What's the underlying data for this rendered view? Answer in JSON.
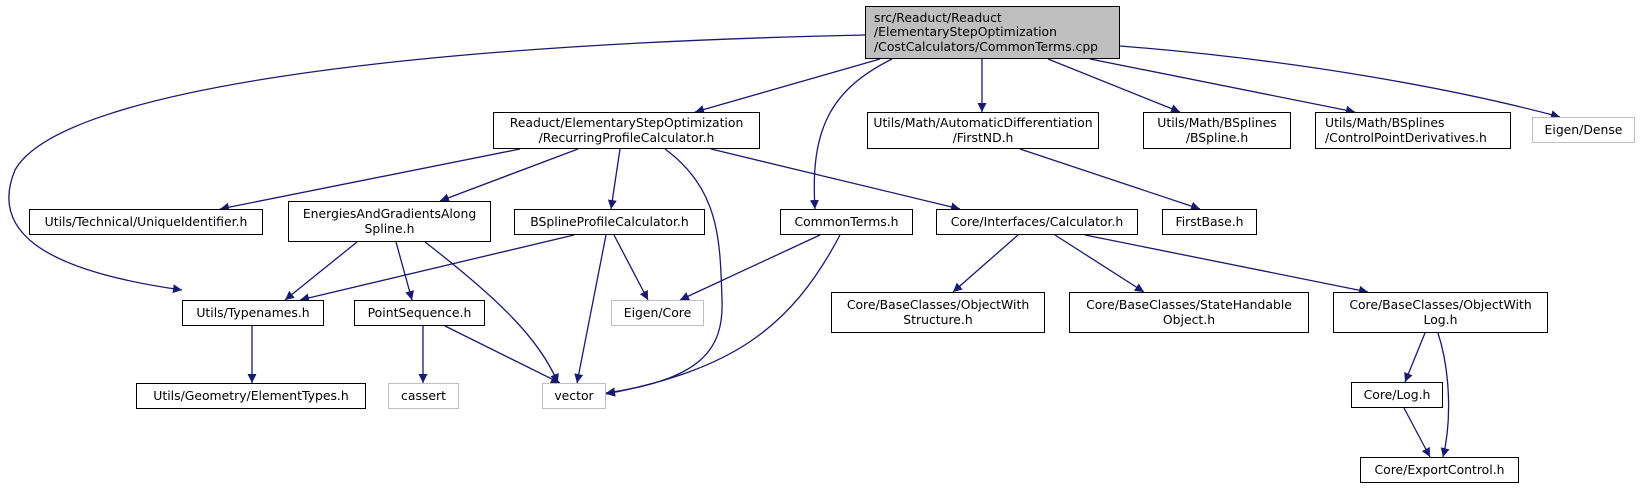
{
  "title": "Include dependency graph for CommonTerms.cpp",
  "colors": {
    "edge": "#191970",
    "root_fill": "#bfbfbf",
    "node_border": "#000000",
    "external_border": "#bfbfbf"
  },
  "nodes": [
    {
      "id": "root",
      "lines": [
        "src/Readuct/Readuct",
        "/ElementaryStepOptimization",
        "/CostCalculators/CommonTerms.cpp"
      ],
      "kind": "root"
    },
    {
      "id": "recurring",
      "lines": [
        "Readuct/ElementaryStepOptimization",
        "/RecurringProfileCalculator.h"
      ],
      "kind": "local"
    },
    {
      "id": "firstnd",
      "lines": [
        "Utils/Math/AutomaticDifferentiation",
        "/FirstND.h"
      ],
      "kind": "local"
    },
    {
      "id": "bspline",
      "lines": [
        "Utils/Math/BSplines",
        "/BSpline.h"
      ],
      "kind": "local"
    },
    {
      "id": "cpd",
      "lines": [
        "Utils/Math/BSplines",
        "/ControlPointDerivatives.h"
      ],
      "kind": "local-left"
    },
    {
      "id": "eigendense",
      "lines": [
        "Eigen/Dense"
      ],
      "kind": "external"
    },
    {
      "id": "uniqueid",
      "lines": [
        "Utils/Technical/UniqueIdentifier.h"
      ],
      "kind": "local"
    },
    {
      "id": "energies",
      "lines": [
        "EnergiesAndGradientsAlong",
        "Spline.h"
      ],
      "kind": "local"
    },
    {
      "id": "bsplineprof",
      "lines": [
        "BSplineProfileCalculator.h"
      ],
      "kind": "local"
    },
    {
      "id": "commonterms",
      "lines": [
        "CommonTerms.h"
      ],
      "kind": "local"
    },
    {
      "id": "calculator",
      "lines": [
        "Core/Interfaces/Calculator.h"
      ],
      "kind": "local"
    },
    {
      "id": "firstbase",
      "lines": [
        "FirstBase.h"
      ],
      "kind": "local"
    },
    {
      "id": "typenames",
      "lines": [
        "Utils/Typenames.h"
      ],
      "kind": "local"
    },
    {
      "id": "pointseq",
      "lines": [
        "PointSequence.h"
      ],
      "kind": "local"
    },
    {
      "id": "eigencore",
      "lines": [
        "Eigen/Core"
      ],
      "kind": "external"
    },
    {
      "id": "objstruct",
      "lines": [
        "Core/BaseClasses/ObjectWith",
        "Structure.h"
      ],
      "kind": "local"
    },
    {
      "id": "statehand",
      "lines": [
        "Core/BaseClasses/StateHandable",
        "Object.h"
      ],
      "kind": "local"
    },
    {
      "id": "objlog",
      "lines": [
        "Core/BaseClasses/ObjectWith",
        "Log.h"
      ],
      "kind": "local"
    },
    {
      "id": "elemtypes",
      "lines": [
        "Utils/Geometry/ElementTypes.h"
      ],
      "kind": "local"
    },
    {
      "id": "cassert",
      "lines": [
        "cassert"
      ],
      "kind": "external"
    },
    {
      "id": "vector",
      "lines": [
        "vector"
      ],
      "kind": "external"
    },
    {
      "id": "corelog",
      "lines": [
        "Core/Log.h"
      ],
      "kind": "local"
    },
    {
      "id": "exportctl",
      "lines": [
        "Core/ExportControl.h"
      ],
      "kind": "local"
    }
  ],
  "edges": [
    [
      "root",
      "recurring"
    ],
    [
      "root",
      "firstnd"
    ],
    [
      "root",
      "bspline"
    ],
    [
      "root",
      "cpd"
    ],
    [
      "root",
      "eigendense"
    ],
    [
      "root",
      "typenames"
    ],
    [
      "root",
      "commonterms"
    ],
    [
      "recurring",
      "uniqueid"
    ],
    [
      "recurring",
      "energies"
    ],
    [
      "recurring",
      "bsplineprof"
    ],
    [
      "recurring",
      "vector"
    ],
    [
      "recurring",
      "calculator"
    ],
    [
      "firstnd",
      "firstbase"
    ],
    [
      "energies",
      "typenames"
    ],
    [
      "energies",
      "pointseq"
    ],
    [
      "energies",
      "vector"
    ],
    [
      "bsplineprof",
      "typenames"
    ],
    [
      "bsplineprof",
      "eigencore"
    ],
    [
      "bsplineprof",
      "vector"
    ],
    [
      "commonterms",
      "eigencore"
    ],
    [
      "commonterms",
      "vector"
    ],
    [
      "calculator",
      "objstruct"
    ],
    [
      "calculator",
      "statehand"
    ],
    [
      "calculator",
      "objlog"
    ],
    [
      "typenames",
      "elemtypes"
    ],
    [
      "pointseq",
      "cassert"
    ],
    [
      "pointseq",
      "vector"
    ],
    [
      "objlog",
      "corelog"
    ],
    [
      "objlog",
      "exportctl"
    ],
    [
      "corelog",
      "exportctl"
    ]
  ]
}
